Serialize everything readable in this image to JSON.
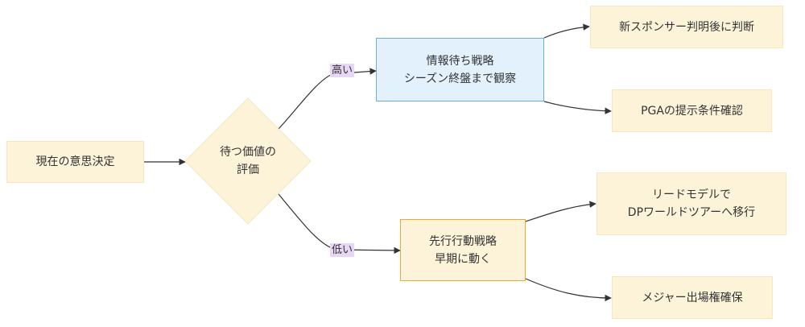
{
  "nodes": {
    "current_decision": {
      "label": "現在の意思決定"
    },
    "wait_value": {
      "line1": "待つ価値の",
      "line2": "評価"
    },
    "info_wait": {
      "line1": "情報待ち戦略",
      "line2": "シーズン終盤まで観察"
    },
    "early_action": {
      "line1": "先行行動戦略",
      "line2": "早期に動く"
    },
    "new_sponsor": {
      "label": "新スポンサー判明後に判断"
    },
    "pga_terms": {
      "label": "PGAの提示条件確認"
    },
    "lead_model": {
      "line1": "リードモデルで",
      "line2": "DPワールドツアーへ移行"
    },
    "major_rights": {
      "label": "メジャー出場権確保"
    }
  },
  "edges": {
    "high_label": "高い",
    "low_label": "低い"
  },
  "colors": {
    "node_fill": "#fdf3d8",
    "info_fill": "#e3f1fd",
    "info_border": "#6aace6",
    "action_border": "#f0a73a",
    "edge_label_bg": "#e8d6f5",
    "edge_line": "#333333"
  }
}
